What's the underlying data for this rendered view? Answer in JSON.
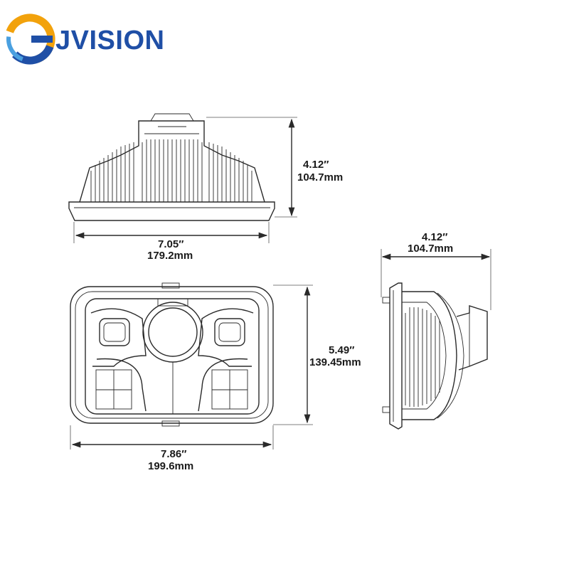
{
  "brand": {
    "name": "JVISION",
    "colors": {
      "primary": "#1f4fa6",
      "accent": "#f2a20c",
      "light": "#4aa0e0"
    }
  },
  "dimensions": {
    "top_view_height": {
      "inch": "4.12″",
      "mm": "104.7mm"
    },
    "top_view_width": {
      "inch": "7.05″",
      "mm": "179.2mm"
    },
    "side_view_depth": {
      "inch": "4.12″",
      "mm": "104.7mm"
    },
    "front_view_height": {
      "inch": "5.49″",
      "mm": "139.45mm"
    },
    "front_view_width": {
      "inch": "7.86″",
      "mm": "199.6mm"
    }
  }
}
